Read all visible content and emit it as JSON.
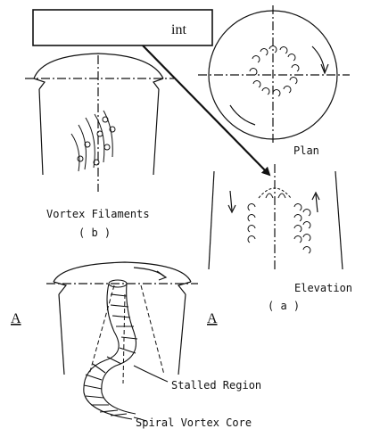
{
  "callout": {
    "text": "int"
  },
  "labels": {
    "vortex_filaments": "Vortex Filaments",
    "fig_b": "( b )",
    "plan": "Plan",
    "elevation": "Elevation",
    "fig_a": "( a )",
    "section_left": "A",
    "section_right": "A",
    "stalled_region": "Stalled Region",
    "spiral_vortex_core": "Spiral Vortex Core"
  },
  "colors": {
    "ink": "#111111",
    "background": "#ffffff"
  }
}
